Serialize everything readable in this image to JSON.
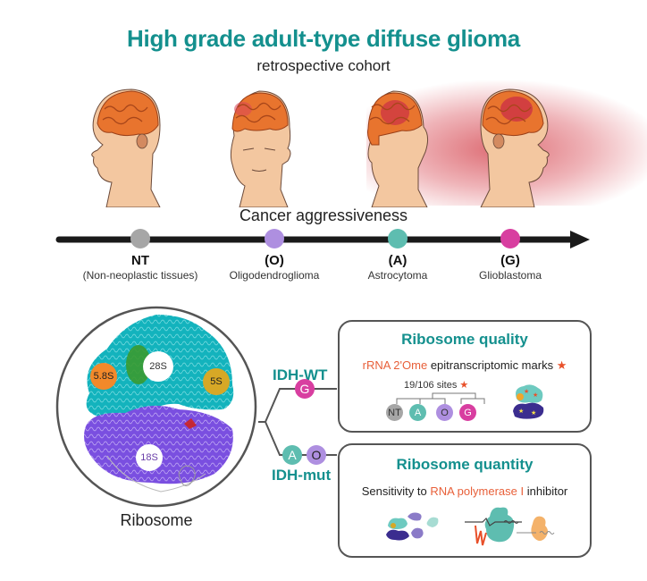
{
  "header": {
    "title": "High grade adult-type diffuse glioma",
    "subtitle": "retrospective cohort"
  },
  "timeline": {
    "axis_label": "Cancer aggressiveness",
    "stages": [
      {
        "code": "NT",
        "name": "(Non-neoplastic tissues)",
        "color": "#a6a6a6"
      },
      {
        "code": "(O)",
        "name": "Oligodendroglioma",
        "color": "#ae8fe0"
      },
      {
        "code": "(A)",
        "name": "Astrocytoma",
        "color": "#5ebdb0"
      },
      {
        "code": "(G)",
        "name": "Glioblastoma",
        "color": "#d83ea0"
      }
    ]
  },
  "ribosome": {
    "label": "Ribosome",
    "subunits": {
      "s28": "28S",
      "s58": "5.8S",
      "s5": "5S",
      "s18": "18S"
    },
    "colors": {
      "large": "#13b3bd",
      "small": "#7a4fe0",
      "s58": "#f2892a",
      "s5": "#d7a826",
      "green": "#3a9a30"
    }
  },
  "branches": {
    "wt": {
      "label": "IDH-WT",
      "dots": [
        "G"
      ]
    },
    "mut": {
      "label": "IDH-mut",
      "dots": [
        "A",
        "O"
      ]
    }
  },
  "quality_box": {
    "title": "Ribosome quality",
    "line_highlight": "rRNA 2'Ome",
    "line_rest": "epitranscriptomic marks",
    "sites": "19/106 sites",
    "groups": [
      "NT",
      "A",
      "O",
      "G"
    ]
  },
  "quantity_box": {
    "title": "Ribosome quantity",
    "line_start": "Sensitivity to",
    "line_highlight": "RNA polymerase I",
    "line_end": "inhibitor"
  },
  "colors": {
    "teal": "#14908e",
    "highlight": "#e8603a",
    "nt": "#a6a6a6",
    "o": "#ae8fe0",
    "a": "#5ebdb0",
    "g": "#d83ea0"
  }
}
